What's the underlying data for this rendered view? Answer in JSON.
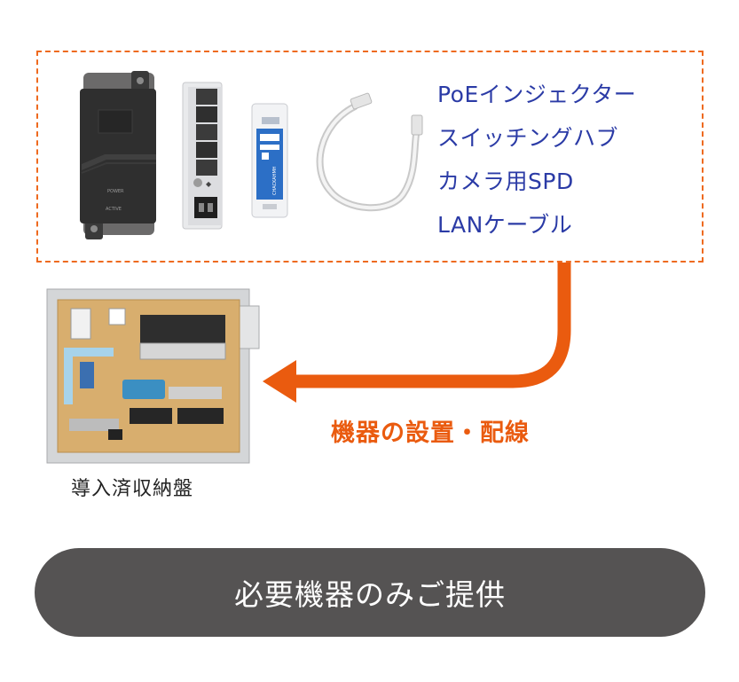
{
  "equipment_list": [
    "PoEインジェクター",
    "スイッチングハブ",
    "カメラ用SPD",
    "LANケーブル"
  ],
  "install_label": "機器の設置・配線",
  "panel_caption": "導入済収納盤",
  "banner_text": "必要機器のみご提供",
  "device_labels": {
    "power": "POWER",
    "active": "ACTIVE",
    "spd_brand": "CHACKAHMH"
  },
  "colors": {
    "accent": "#ee6a1f",
    "arrow": "#ea5b0f",
    "list_text": "#2b3ba6",
    "banner": "#555353",
    "panel_board": "#d8ae6e"
  }
}
